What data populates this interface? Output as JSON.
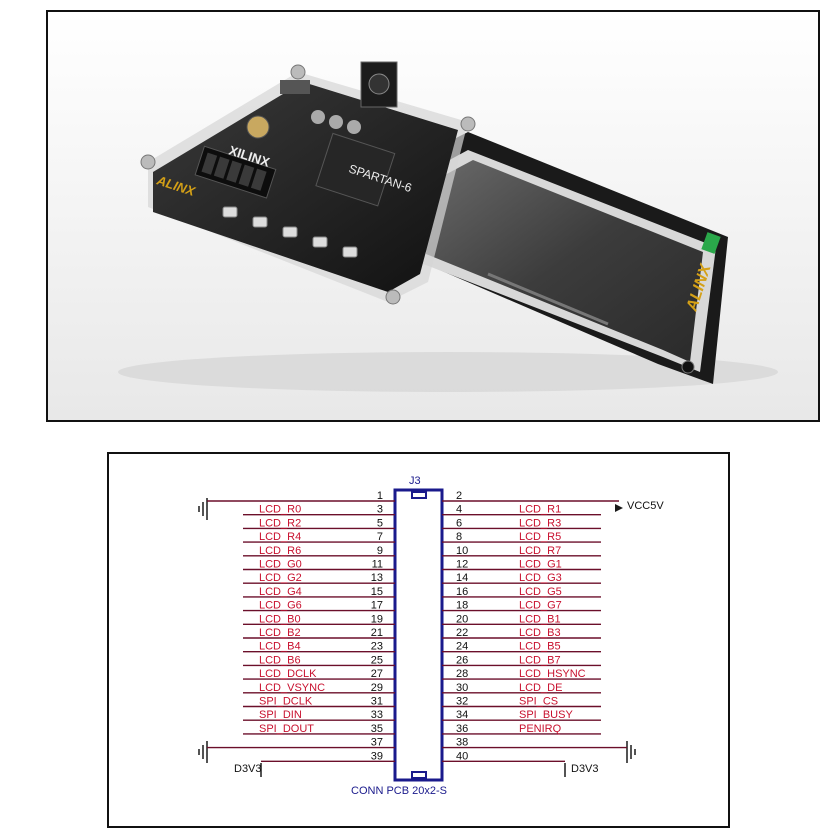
{
  "photo": {
    "brand": "XILINX",
    "chip": "SPARTAN-6",
    "board_logo": "ALINX",
    "lcd_logo": "ALINX"
  },
  "connector": {
    "ref": "J3",
    "part": "CONN PCB 20x2-S"
  },
  "power": {
    "vcc5": "VCC5V",
    "d3v3_left": "D3V3",
    "d3v3_right": "D3V3"
  },
  "pins": {
    "odd": [
      "1",
      "3",
      "5",
      "7",
      "9",
      "11",
      "13",
      "15",
      "17",
      "19",
      "21",
      "23",
      "25",
      "27",
      "29",
      "31",
      "33",
      "35",
      "37",
      "39"
    ],
    "even": [
      "2",
      "4",
      "6",
      "8",
      "10",
      "12",
      "14",
      "16",
      "18",
      "20",
      "22",
      "24",
      "26",
      "28",
      "30",
      "32",
      "34",
      "36",
      "38",
      "40"
    ]
  },
  "nets": {
    "left": [
      "",
      "LCD_R0",
      "LCD_R2",
      "LCD_R4",
      "LCD_R6",
      "LCD_G0",
      "LCD_G2",
      "LCD_G4",
      "LCD_G6",
      "LCD_B0",
      "LCD_B2",
      "LCD_B4",
      "LCD_B6",
      "LCD_DCLK",
      "LCD_VSYNC",
      "SPI_DCLK",
      "SPI_DIN",
      "SPI_DOUT",
      "",
      ""
    ],
    "right": [
      "",
      "LCD_R1",
      "LCD_R3",
      "LCD_R5",
      "LCD_R7",
      "LCD_G1",
      "LCD_G3",
      "LCD_G5",
      "LCD_G7",
      "LCD_B1",
      "LCD_B3",
      "LCD_B5",
      "LCD_B7",
      "LCD_HSYNC",
      "LCD_DE",
      "SPI_CS",
      "SPI_BUSY",
      "PENIRQ",
      "",
      ""
    ]
  },
  "colors": {
    "net_text": "#c8102e",
    "wire": "#6b0f2a",
    "connector": "#1a1a8c",
    "board": "#222222",
    "lcd_screen": "#4a4a4a"
  }
}
